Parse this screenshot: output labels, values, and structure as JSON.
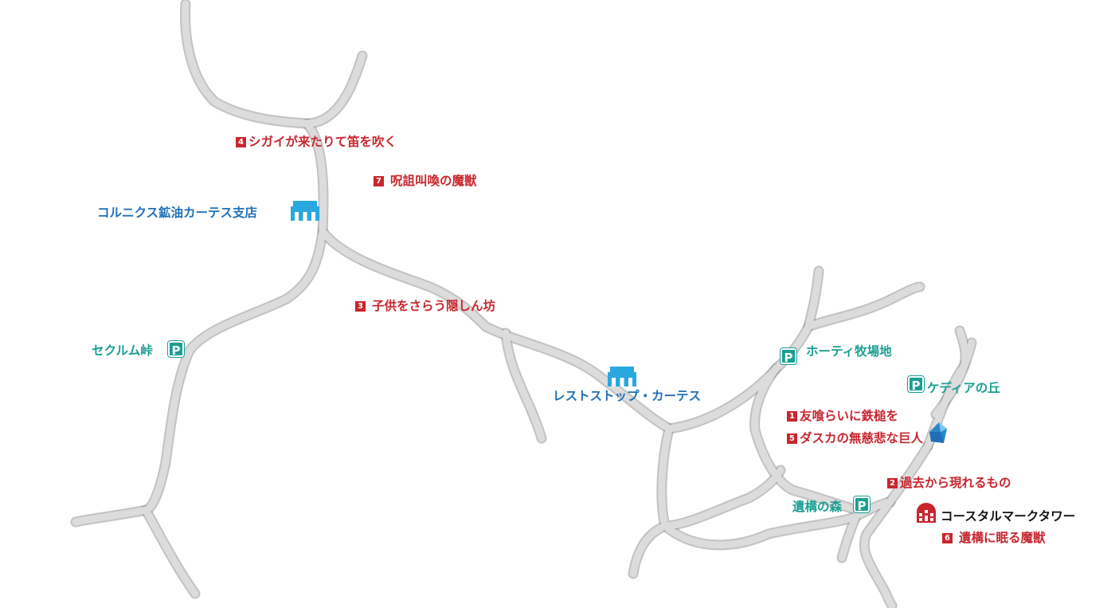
{
  "colors": {
    "quest_red": "#c8262d",
    "parking_teal": "#1a9f93",
    "town_blue": "#1f6fb7",
    "road_fill": "#dcdcdc",
    "road_outline": "#8f8f8f",
    "landmark_text": "#111111"
  },
  "quests": [
    {
      "num": "4",
      "label": "シガイが来たりて笛を吹く"
    },
    {
      "num": "7",
      "label": "呪詛叫喚の魔獣"
    },
    {
      "num": "3",
      "label": "子供をさらう隠しん坊"
    },
    {
      "num": "1",
      "label": "友喰らいに鉄槌を"
    },
    {
      "num": "5",
      "label": "ダスカの無慈悲な巨人"
    },
    {
      "num": "2",
      "label": "過去から現れるもの"
    },
    {
      "num": "6",
      "label": "遺構に眠る魔獣"
    }
  ],
  "towns": [
    {
      "label": "コルニクス鉱油カーテス支店",
      "icon": "outpost-icon"
    },
    {
      "label": "レストストップ・カーテス",
      "icon": "outpost-icon"
    }
  ],
  "parking": [
    {
      "label": "セクルム峠",
      "icon": "parking-icon",
      "letter": "P"
    },
    {
      "label": "ホーティ牧場地",
      "icon": "parking-icon",
      "letter": "P"
    },
    {
      "label": "ケディアの丘",
      "icon": "parking-icon",
      "letter": "P"
    },
    {
      "label": "遺構の森",
      "icon": "parking-icon",
      "letter": "P"
    }
  ],
  "landmarks": [
    {
      "label": "コースタルマークタワー",
      "icon": "tower-icon"
    },
    {
      "label": "",
      "icon": "crystal-icon"
    }
  ]
}
